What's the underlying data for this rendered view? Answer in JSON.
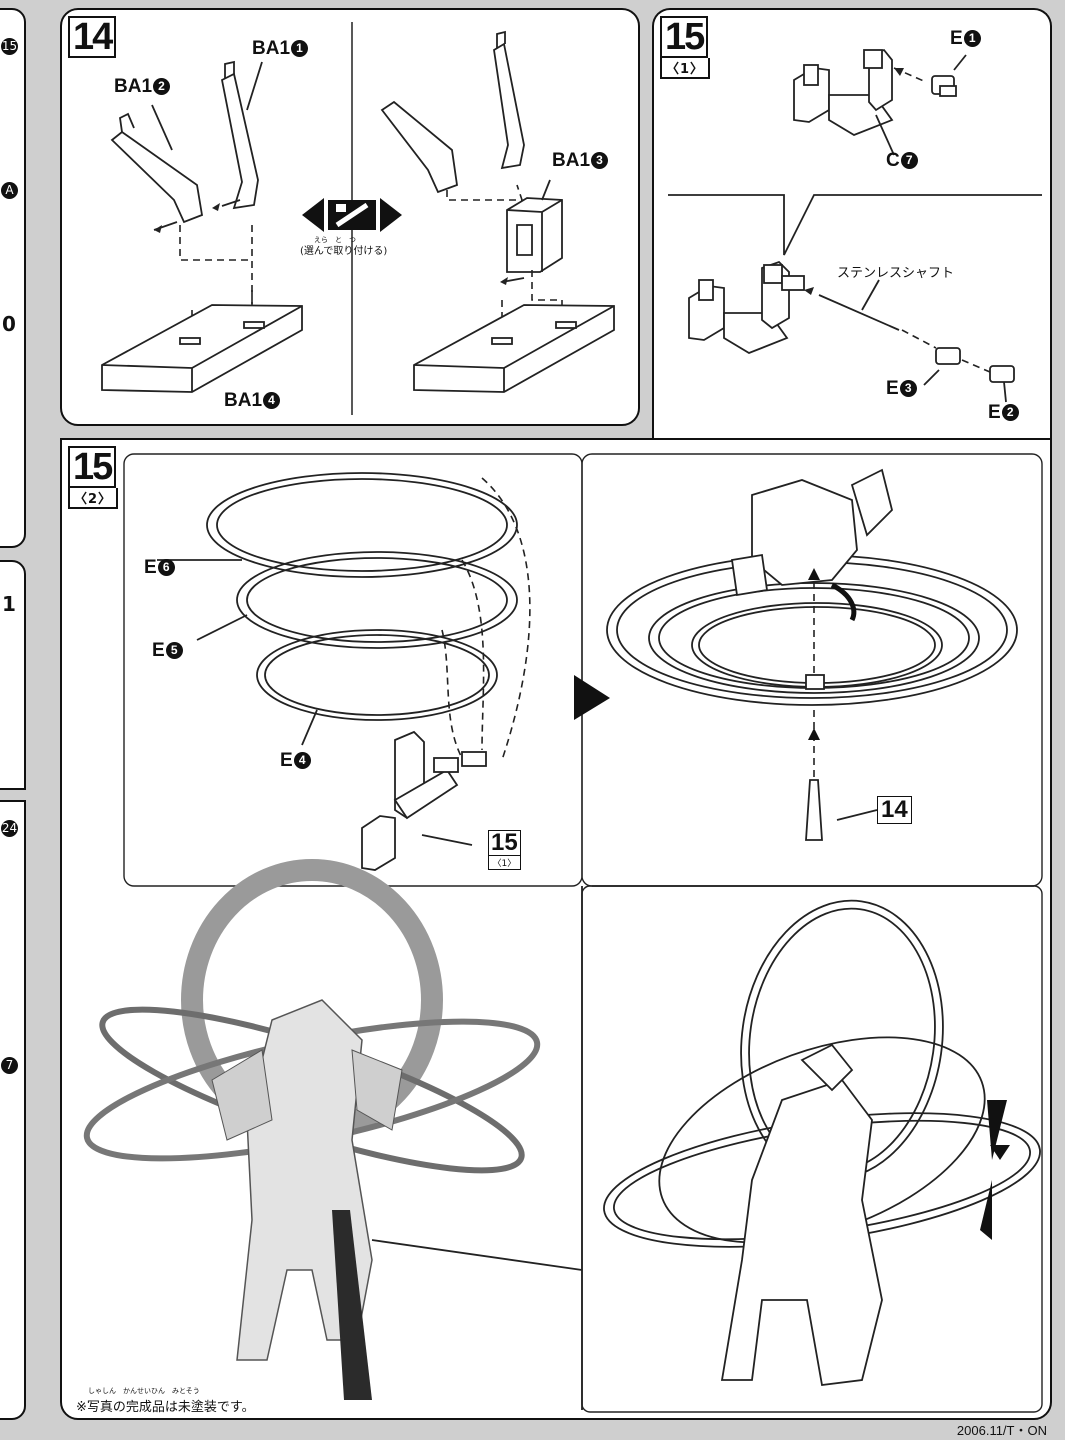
{
  "step14": {
    "number": "14",
    "labels": {
      "ba1_1": "BA1",
      "ba1_1_num": "1",
      "ba1_2": "BA1",
      "ba1_2_num": "2",
      "ba1_3": "BA1",
      "ba1_3_num": "3",
      "ba1_4": "BA1",
      "ba1_4_num": "4"
    },
    "choice_note": "(選んで取り付ける)",
    "choice_ruby": "えら　と　つ"
  },
  "step15_1": {
    "number": "15",
    "sub": "〈1〉",
    "labels": {
      "e1": "E",
      "e1_num": "1",
      "c7": "C",
      "c7_num": "7",
      "shaft": "ステンレスシャフト",
      "e3": "E",
      "e3_num": "3",
      "e2": "E",
      "e2_num": "2"
    }
  },
  "step15_2": {
    "number": "15",
    "sub": "〈2〉",
    "labels": {
      "e6": "E",
      "e6_num": "6",
      "e5": "E",
      "e5_num": "5",
      "e4": "E",
      "e4_num": "4",
      "ref15": "15",
      "ref15_sub": "〈1〉",
      "ref14": "14"
    },
    "photo_note": "※写真の完成品は未塗装です。",
    "photo_note_ruby": "しゃしん　かんせいひん　みとそう"
  },
  "left_strip": {
    "markers": [
      "15",
      "A",
      "0",
      "1",
      "24",
      "7"
    ]
  },
  "footer": {
    "code": "2006.11/T・ON"
  }
}
